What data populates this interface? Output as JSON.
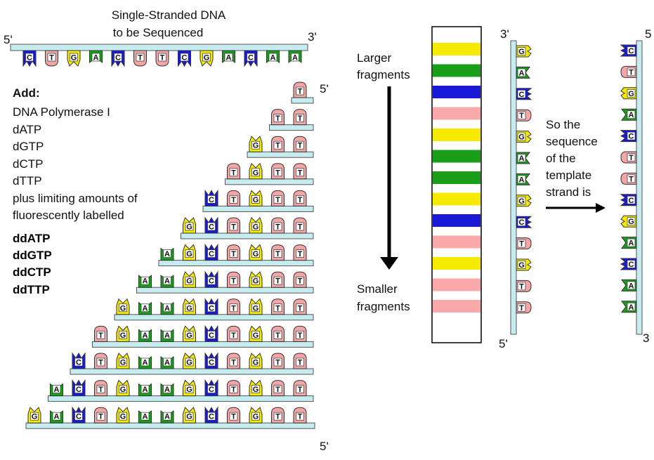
{
  "title_line1": "Single-Stranded DNA",
  "title_line2": "to be Sequenced",
  "template_prime_left": "5'",
  "template_prime_right": "3'",
  "template_bases": [
    "C",
    "T",
    "G",
    "A",
    "C",
    "T",
    "T",
    "C",
    "G",
    "A",
    "C",
    "A",
    "A"
  ],
  "reagents": {
    "heading": "Add:",
    "items": [
      "DNA Polymerase I",
      "dATP",
      "dGTP",
      "dCTP",
      "dTTP",
      "plus limiting amounts of",
      "fluorescently labelled"
    ],
    "dd": [
      {
        "label": "ddATP",
        "color": "#1a9e1a"
      },
      {
        "label": "ddGTP",
        "color": "#e8d800"
      },
      {
        "label": "ddCTP",
        "color": "#1919d6"
      },
      {
        "label": "ddTTP",
        "color": "#ee1111"
      }
    ]
  },
  "fragment_prime_top": "5'",
  "fragment_prime_bottom": "5'",
  "fragments": [
    [
      "T"
    ],
    [
      "T",
      "T"
    ],
    [
      "G",
      "T",
      "T"
    ],
    [
      "T",
      "G",
      "T",
      "T"
    ],
    [
      "C",
      "T",
      "G",
      "T",
      "T"
    ],
    [
      "G",
      "C",
      "T",
      "G",
      "T",
      "T"
    ],
    [
      "A",
      "G",
      "C",
      "T",
      "G",
      "T",
      "T"
    ],
    [
      "A",
      "A",
      "G",
      "C",
      "T",
      "G",
      "T",
      "T"
    ],
    [
      "G",
      "A",
      "A",
      "G",
      "C",
      "T",
      "G",
      "T",
      "T"
    ],
    [
      "T",
      "G",
      "A",
      "A",
      "G",
      "C",
      "T",
      "G",
      "T",
      "T"
    ],
    [
      "C",
      "T",
      "G",
      "A",
      "A",
      "G",
      "C",
      "T",
      "G",
      "T",
      "T"
    ],
    [
      "A",
      "C",
      "T",
      "G",
      "A",
      "A",
      "G",
      "C",
      "T",
      "G",
      "T",
      "T"
    ],
    [
      "G",
      "A",
      "C",
      "T",
      "G",
      "A",
      "A",
      "G",
      "C",
      "T",
      "G",
      "T",
      "T"
    ]
  ],
  "larger_label": [
    "Larger",
    "fragments"
  ],
  "smaller_label": [
    "Smaller",
    "fragments"
  ],
  "gel_bands": [
    "G",
    "A",
    "C",
    "T",
    "G",
    "A",
    "A",
    "G",
    "C",
    "T",
    "G",
    "T",
    "T"
  ],
  "read_prime_top": "3'",
  "read_prime_bottom": "5'",
  "read_bases": [
    "G",
    "A",
    "C",
    "T",
    "G",
    "A",
    "A",
    "G",
    "C",
    "T",
    "G",
    "T",
    "T"
  ],
  "conclusion_lines": [
    "So the",
    "sequence",
    "of the",
    "template",
    "strand is"
  ],
  "result_prime_top": "5",
  "result_prime_bottom": "3",
  "result_bases": [
    "C",
    "T",
    "G",
    "A",
    "C",
    "T",
    "T",
    "C",
    "G",
    "A",
    "C",
    "A",
    "A"
  ],
  "colors": {
    "A": "#1a9e1a",
    "C": "#1919d6",
    "G": "#f5ea00",
    "T": "#f4a6a6",
    "gel_T": "#f9a9a9",
    "strand": "#c6ecef"
  }
}
